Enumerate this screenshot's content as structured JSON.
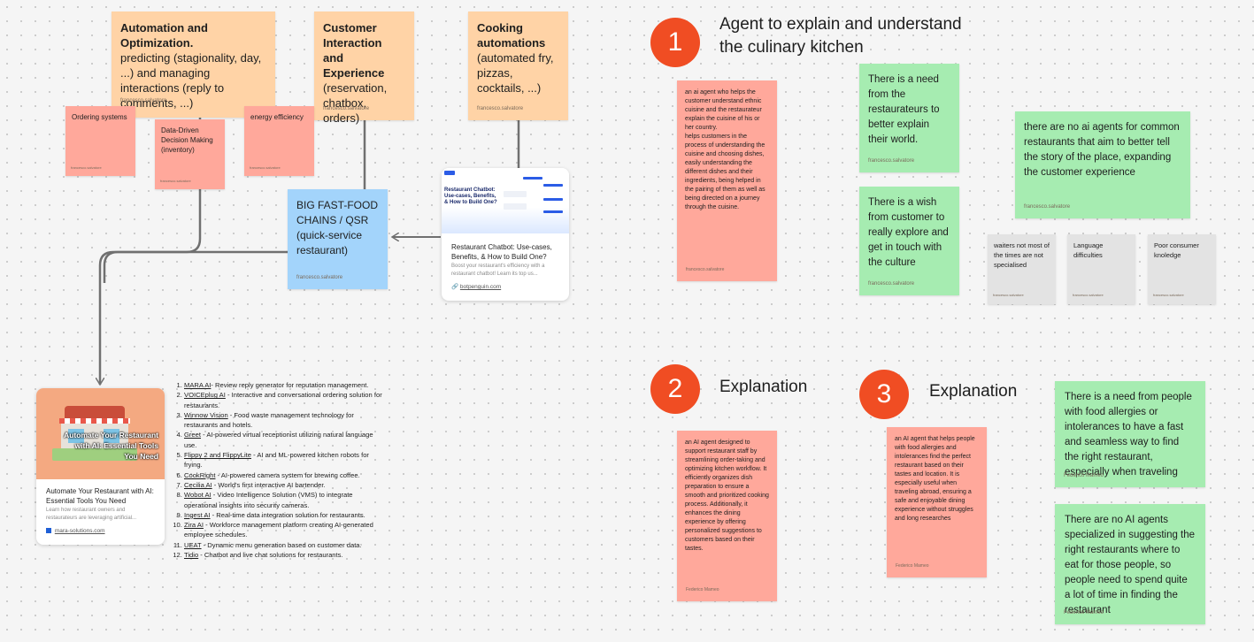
{
  "board": {
    "sticky_authors": {
      "francesco": "francesco.salvatore",
      "federico": "Federico Mameo"
    }
  },
  "top_notes": {
    "automation": {
      "title": "Automation and Optimization.",
      "body": "predicting (stagionality, day, ...) and managing interactions (reply to comments, ...)"
    },
    "customer": {
      "title": "Customer Interaction and Experience",
      "body": "(reservation, chatbox, orders)"
    },
    "cooking": {
      "title": "Cooking automations",
      "body": "(automated fry, pizzas, cocktails, ...)"
    },
    "ordering": "Ordering systems",
    "data_driven": "Data-Driven Decision Making (inventory)",
    "energy": "energy efficiency",
    "fastfood": "BIG FAST-FOOD CHAINS / QSR (quick-service restaurant)"
  },
  "chatbot_card": {
    "thumb_title": "Restaurant Chatbot: Use-cases, Benefits, & How to Build One?",
    "title": "Restaurant Chatbot: Use-cases, Benefits, & How to Build One?",
    "desc": "Boost your restaurant's efficiency with a restaurant chatbot! Learn its top us...",
    "link": "botpenguin.com"
  },
  "mara_card": {
    "banner": "Automate Your Restaurant with AI: Essential Tools You Need",
    "title": "Automate Your Restaurant with AI: Essential Tools You Need",
    "desc": "Learn how restaurant owners and restaurateurs are leveraging artificial...",
    "link": "mara-solutions.com"
  },
  "tools": [
    {
      "name": "MARA AI",
      "desc": "- Review reply generator for reputation management."
    },
    {
      "name": "VOICEplug AI",
      "desc": " - Interactive and conversational ordering solution for restaurants."
    },
    {
      "name": "Winnow Vision",
      "desc": " - Food waste management technology for restaurants and hotels."
    },
    {
      "name": "Greet",
      "desc": " - AI-powered virtual receptionist utilizing natural language use."
    },
    {
      "name": "Flippy 2 and FlippyLite",
      "desc": " - AI and ML-powered kitchen robots for frying."
    },
    {
      "name": "CookRight",
      "desc": " - AI-powered camera system for brewing coffee."
    },
    {
      "name": "Cecilia AI",
      "desc": " - World's first interactive AI bartender."
    },
    {
      "name": "Wobot AI",
      "desc": " - Video Intelligence Solution (VMS) to integrate operational insights into security cameras."
    },
    {
      "name": "Ingest AI",
      "desc": " - Real-time data integration solution for restaurants."
    },
    {
      "name": "Zira AI",
      "desc": " - Workforce management platform creating AI-generated employee schedules."
    },
    {
      "name": "UEAT",
      "desc": " - Dynamic menu generation based on customer data."
    },
    {
      "name": "Tidio",
      "desc": " - Chatbot and live chat solutions for restaurants."
    }
  ],
  "section1": {
    "number": "1",
    "heading": "Agent to explain and understand the culinary kitchen",
    "pink": "an ai agent who helps the customer understand ethnic cuisine and the restaurateur explain the cuisine of his or her country.\nhelps customers in the process of understanding the cuisine and choosing dishes, easily understanding the different dishes and their ingredients, being helped in the pairing of them as well as being directed on a journey through the cuisine.",
    "green_need": "There is a need from the restaurateurs to better explain their world.",
    "green_wish": "There is a wish from customer to really explore and get in touch with the culture",
    "green_noagents": "there are no ai agents for common restaurants that aim to better tell the story of the place, expanding the customer experience",
    "gray1": "waiters not most of the times are not specialised",
    "gray2": "Language difficulties",
    "gray3": "Poor consumer knoledge"
  },
  "section2": {
    "number": "2",
    "heading": "Explanation",
    "pink": "an AI agent designed to support restaurant staff by streamlining order-taking and optimizing kitchen workflow. It efficiently organizes dish preparation to ensure a smooth and prioritized cooking process. Additionally, it enhances the dining experience by offering personalized suggestions to customers based on their tastes."
  },
  "section3": {
    "number": "3",
    "heading": "Explanation",
    "pink": "an AI agent that helps people with food allergies and intolerances find the perfect restaurant based on their tastes and location. It is especially useful when traveling abroad, ensuring a safe and enjoyable dining experience without struggles and long researches",
    "green_need": "There is a need from people with food allergies or intolerances to have a fast and seamless way to find the right restaurant, especially when traveling",
    "green_noagents": "There are no AI agents specialized in suggesting the right restaurants where to eat for those people, so people need to spend quite a lot of time in finding the restaurant"
  },
  "colors": {
    "orange_note": "#ffd3a6",
    "pink_note": "#ffa89b",
    "green_note": "#a6ecb1",
    "blue_note": "#a3d4fb",
    "gray_note": "#e3e3e3",
    "number_circle": "#f04d23",
    "connector": "#707070"
  }
}
